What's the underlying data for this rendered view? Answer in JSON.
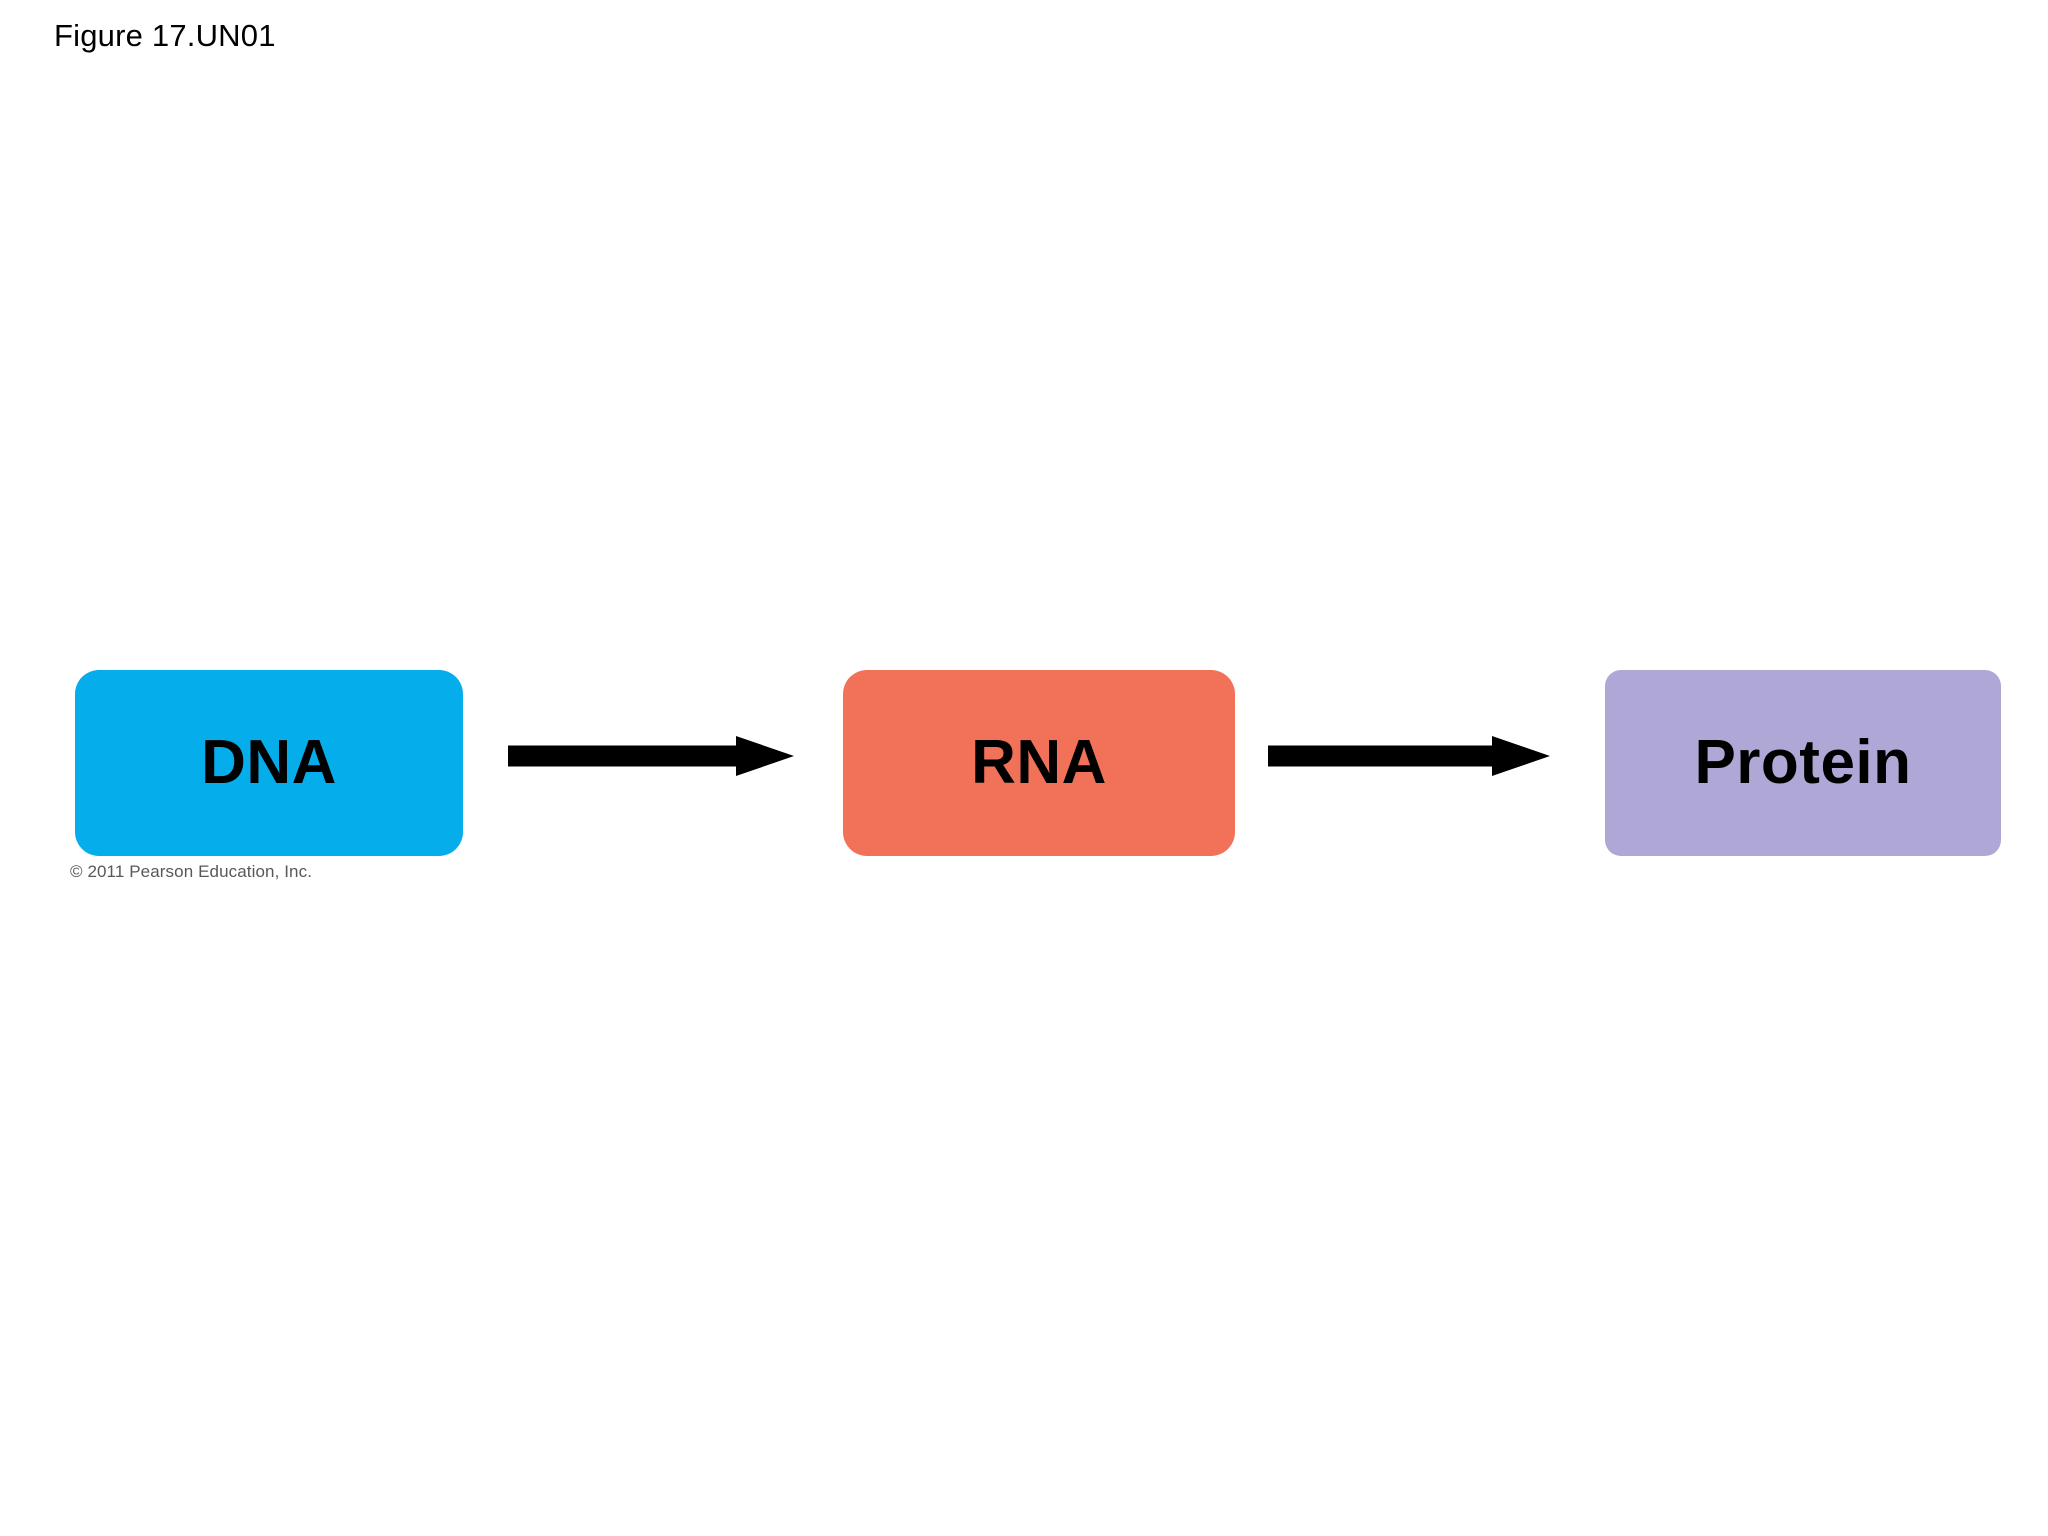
{
  "figure": {
    "label": "Figure 17.UN01"
  },
  "copyright": {
    "text": "© 2011 Pearson Education, Inc."
  },
  "colors": {
    "dna_fill": "#06ADEB",
    "rna_fill": "#F27259",
    "protein_fill": "#AFA8D6",
    "arrow": "#000000",
    "background": "#FFFFFF",
    "label_text": "#000000",
    "copyright_text": "#58585A"
  },
  "chart_data": {
    "type": "diagram",
    "title": "Figure 17.UN01",
    "subtitle": "",
    "diagram_kind": "linear-flow",
    "nodes": [
      {
        "id": "dna",
        "label": "DNA",
        "fill": "#06ADEB",
        "shape": "rounded-rectangle"
      },
      {
        "id": "rna",
        "label": "RNA",
        "fill": "#F27259",
        "shape": "rounded-rectangle"
      },
      {
        "id": "protein",
        "label": "Protein",
        "fill": "#AFA8D6",
        "shape": "rounded-rectangle"
      }
    ],
    "edges": [
      {
        "from": "dna",
        "to": "rna",
        "label": "",
        "style": "solid-block-arrow",
        "direction": "right"
      },
      {
        "from": "rna",
        "to": "protein",
        "label": "",
        "style": "solid-block-arrow",
        "direction": "right"
      }
    ],
    "annotations": [
      "© 2011 Pearson Education, Inc."
    ],
    "legend": []
  },
  "flow": {
    "nodes": [
      {
        "label": "DNA"
      },
      {
        "label": "RNA"
      },
      {
        "label": "Protein"
      }
    ],
    "arrows": [
      {
        "name": "arrow-dna-to-rna"
      },
      {
        "name": "arrow-rna-to-protein"
      }
    ]
  }
}
